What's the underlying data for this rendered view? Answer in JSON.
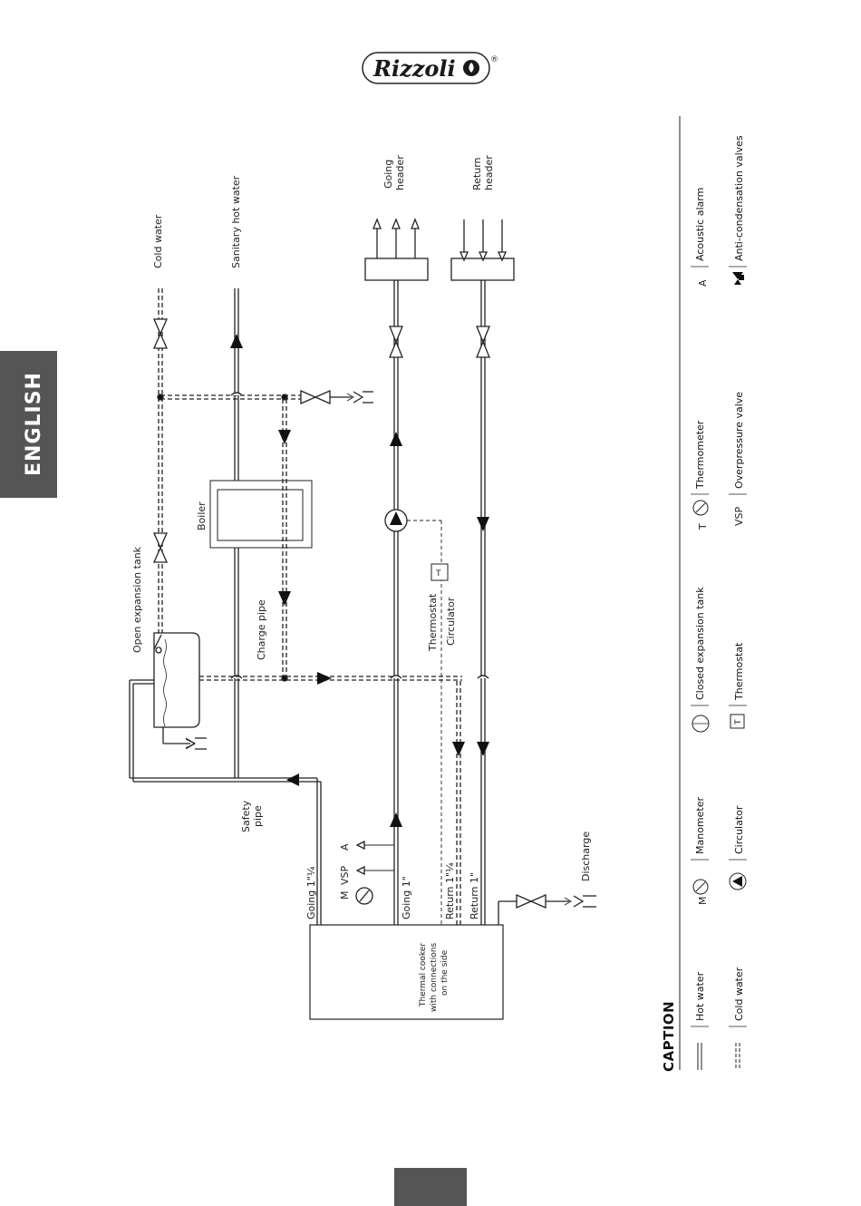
{
  "brand": {
    "name": "Rizzoli",
    "registered": "®"
  },
  "language_tab": "ENGLISH",
  "diagram": {
    "labels": {
      "cold_water": "Cold water",
      "sanitary_hot_water": "Sanitary hot water",
      "going_header_1": "Going",
      "going_header_2": "header",
      "return_header_1": "Return",
      "return_header_2": "header",
      "open_expansion_tank": "Open expansion tank",
      "boiler": "Boiler",
      "charge_pipe": "Charge pipe",
      "thermostat": "Thermostat",
      "circulator": "Circulator",
      "safety_pipe_1": "Safety",
      "safety_pipe_2": "pipe",
      "discharge": "Discharge",
      "going_1_1_4": "Going 1\"¼",
      "going_1": "Going 1\"",
      "return_1_1_4": "Return 1\"¼",
      "return_1": "Return 1\"",
      "m": "M",
      "vsp": "VSP",
      "a": "A",
      "t": "T",
      "cooker_1": "Thermal cooker",
      "cooker_2": "with connections",
      "cooker_3": "on the side"
    }
  },
  "caption": {
    "title": "CAPTION",
    "items": [
      {
        "symbol": "",
        "text": "Hot water"
      },
      {
        "symbol": "",
        "text": "Cold water"
      },
      {
        "symbol": "M",
        "text": "Manometer"
      },
      {
        "symbol": "",
        "text": "Circulator"
      },
      {
        "symbol": "",
        "text": "Closed expansion tank"
      },
      {
        "symbol": "T",
        "text": "Thermostat"
      },
      {
        "symbol": "T",
        "text": "Thermometer"
      },
      {
        "symbol": "VSP",
        "text": "Overpressure valve"
      },
      {
        "symbol": "A",
        "text": "Acoustic alarm"
      },
      {
        "symbol": "",
        "text": "Anti-condensation valves"
      }
    ]
  }
}
